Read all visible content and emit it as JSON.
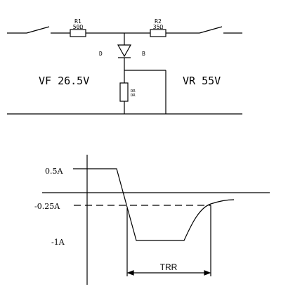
{
  "circuit": {
    "r1_name": "R1",
    "r1_value": "50Ω",
    "r2_name": "R2",
    "r2_value": "35Ω",
    "diode_anode_label": "D",
    "diode_cathode_label": "B",
    "sense_resistor_label": "DR\nDR",
    "vf_label": "VF 26.5V",
    "vr_label": "VR 55V"
  },
  "waveform": {
    "forward_current_label": "0.5A",
    "threshold_current_label": "-0.25A",
    "reverse_peak_label": "-1A",
    "interval_label": "TRR"
  }
}
